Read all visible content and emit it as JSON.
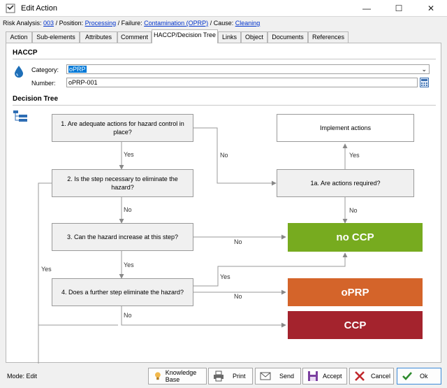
{
  "window": {
    "title": "Edit Action",
    "minimize_glyph": "—",
    "maximize_glyph": "☐",
    "close_glyph": "✕"
  },
  "breadcrumb": {
    "risk_label": "Risk Analysis: ",
    "risk_value": "003",
    "position_label": " / Position: ",
    "position_value": "Processing",
    "failure_label": " / Failure: ",
    "failure_value": "Contamination (OPRP)",
    "cause_label": " / Cause: ",
    "cause_value": "Cleaning"
  },
  "tabs": [
    "Action",
    "Sub-elements",
    "Attributes",
    "Comment",
    "HACCP/Decision Tree",
    "Links",
    "Object",
    "Documents",
    "References"
  ],
  "active_tab": "HACCP/Decision Tree",
  "haccp": {
    "section_title": "HACCP",
    "category_label": "Category:",
    "category_value": "oPRP",
    "number_label": "Number:",
    "number_value": "oPRP-001",
    "dropdown_glyph": "⌄"
  },
  "decision_tree": {
    "section_title": "Decision Tree",
    "q1": "1. Are adequate actions for hazard control in place?",
    "q2": "2. Is the step necessary to eliminate the hazard?",
    "q3": "3. Can the hazard increase at this step?",
    "q4": "4. Does a further step eliminate the hazard?",
    "q1a": "1a. Are actions required?",
    "implement": "Implement actions",
    "yes": "Yes",
    "no": "No",
    "result_no_ccp": "no CCP",
    "result_oprp": "oPRP",
    "result_ccp": "CCP",
    "colors": {
      "no_ccp": "#77ab1f",
      "oprp": "#d4642a",
      "ccp": "#a4232d"
    }
  },
  "status": {
    "mode": "Mode: Edit"
  },
  "buttons": {
    "knowledge_base": "Knowledge Base",
    "print": "Print",
    "send": "Send",
    "accept": "Accept",
    "cancel": "Cancel",
    "ok": "Ok"
  }
}
